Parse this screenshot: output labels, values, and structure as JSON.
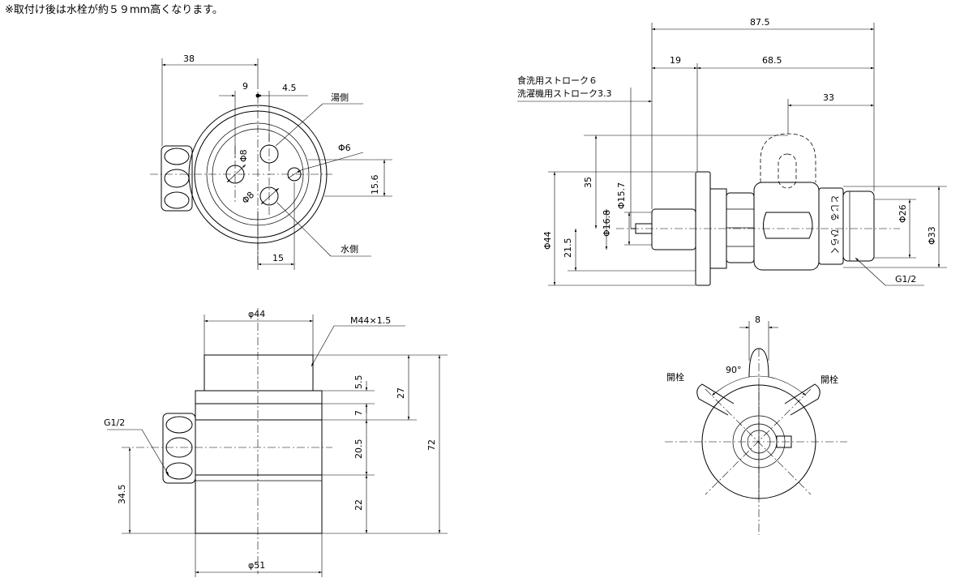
{
  "note": "※取付け後は水栓が約５９mm高くなります。",
  "top_view": {
    "dim_overall": "38",
    "dim_9": "9",
    "dim_4_5": "4.5",
    "label_hot": "湯側",
    "dia_8_a": "Φ8",
    "dia_8_b": "Φ8",
    "dia_6": "Φ6",
    "dim_15_6": "15.6",
    "dim_15": "15",
    "label_cold": "水側"
  },
  "side_view": {
    "dim_87_5": "87.5",
    "dim_19": "19",
    "dim_68_5": "68.5",
    "dim_33": "33",
    "stroke_dishwasher": "食洗用ストローク６",
    "stroke_washer": "洗濯機用ストローク3.3",
    "dim_35": "35",
    "dia_15_7": "Φ15.7",
    "dia_16_8": "Φ16.8",
    "dia_44": "Φ44",
    "dim_21_5": "21.5",
    "label_close": "とじる",
    "label_open": "ひらく",
    "dia_26": "Φ26",
    "dia_33": "Φ33",
    "thread_g": "G1/2"
  },
  "front_view": {
    "dia_44": "φ44",
    "thread_m": "M44×1.5",
    "dim_5_5": "5.5",
    "dim_27": "27",
    "dim_7": "7",
    "dim_72": "72",
    "thread_g": "G1/2",
    "dim_20_5": "20.5",
    "dim_34_5": "34.5",
    "dim_22": "22",
    "dia_51": "φ51"
  },
  "handle_view": {
    "dim_8": "8",
    "angle_90": "90°",
    "label_open_left": "開栓",
    "label_open_right": "開栓"
  }
}
